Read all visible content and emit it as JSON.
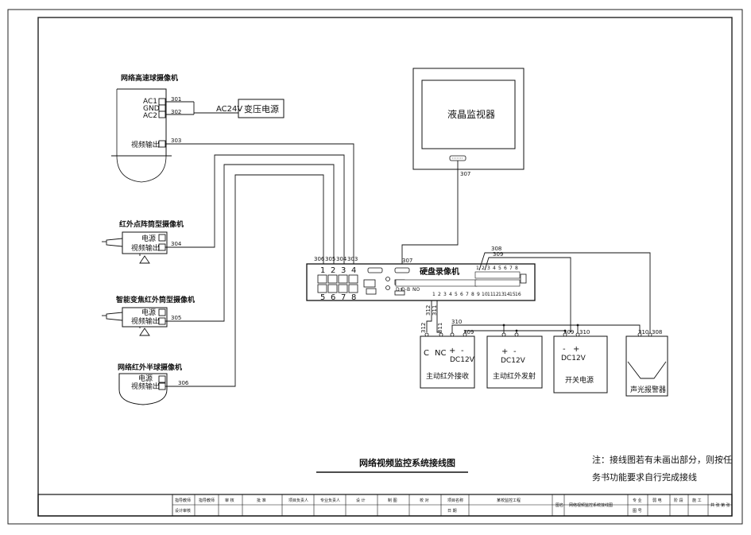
{
  "diagram": {
    "title": "网络视频监控系统接线图",
    "note_line1": "注：接线图若有未画出部分，则按任",
    "note_line2": "务书功能要求自行完成接线"
  },
  "devices": {
    "dome_camera": {
      "label": "网络高速球摄像机",
      "ports": [
        "AC1",
        "GND",
        "AC2"
      ],
      "video_out": "视频输出"
    },
    "transformer": {
      "label": "变压电源",
      "voltage": "AC24V"
    },
    "lcd_monitor": {
      "label": "液晶监视器"
    },
    "ir_bullet_camera": {
      "label": "红外点阵筒型摄像机",
      "power": "电源",
      "video_out": "视频输出"
    },
    "zoom_ir_camera": {
      "label": "智能变焦红外筒型摄像机",
      "power": "电源",
      "video_out": "视频输出"
    },
    "ir_hemi_camera": {
      "label": "网络红外半球摄像机",
      "power": "电源",
      "video_out": "视频输出"
    },
    "nvr": {
      "label": "硬盘录像机",
      "poe_top": [
        "1",
        "2",
        "3",
        "4"
      ],
      "poe_bottom": [
        "5",
        "6",
        "7",
        "8"
      ],
      "io_row1": [
        "D+",
        "D-",
        "B",
        "NO",
        "1",
        "2",
        "3",
        "4",
        "5",
        "6",
        "7",
        "8"
      ],
      "io_top": [
        "1",
        "2",
        "3",
        "4",
        "5",
        "6",
        "7",
        "8"
      ],
      "io_bottom": [
        "9",
        "10",
        "11",
        "12",
        "13",
        "14",
        "15",
        "16"
      ]
    },
    "ir_receiver": {
      "label": "主动红外接收",
      "terminals": [
        "C",
        "NC",
        "+",
        "-"
      ],
      "power": "DC12V"
    },
    "ir_transmitter": {
      "label": "主动红外发射",
      "terminals": [
        "+",
        "-"
      ],
      "power": "DC12V"
    },
    "switch_psu": {
      "label": "开关电源",
      "terminals": [
        "-",
        "+"
      ],
      "power": "DC12V"
    },
    "alarm": {
      "label": "声光报警器"
    }
  },
  "wires": {
    "w301": "301",
    "w302": "302",
    "w303": "303",
    "w304": "304",
    "w305": "305",
    "w306": "306",
    "w307": "307",
    "w308": "308",
    "w309": "309",
    "w310": "310",
    "w311": "311",
    "w312": "312"
  },
  "nvr_port_labels": [
    "306",
    "305",
    "304",
    "303"
  ],
  "title_block": {
    "row1": [
      "指导教师",
      "指导教师",
      "审 核",
      "批 准",
      "项目负责人",
      "专业负责人",
      "设 计",
      "制 图",
      "校 对",
      "项目名称",
      "某校监控工程",
      "图名",
      "网络视频监控系统接线图",
      "专 业",
      "弱 电",
      "阶 段",
      "施 工",
      "共 张 第 张"
    ],
    "row2": [
      "设计审核",
      "日 期",
      "图 号"
    ]
  }
}
